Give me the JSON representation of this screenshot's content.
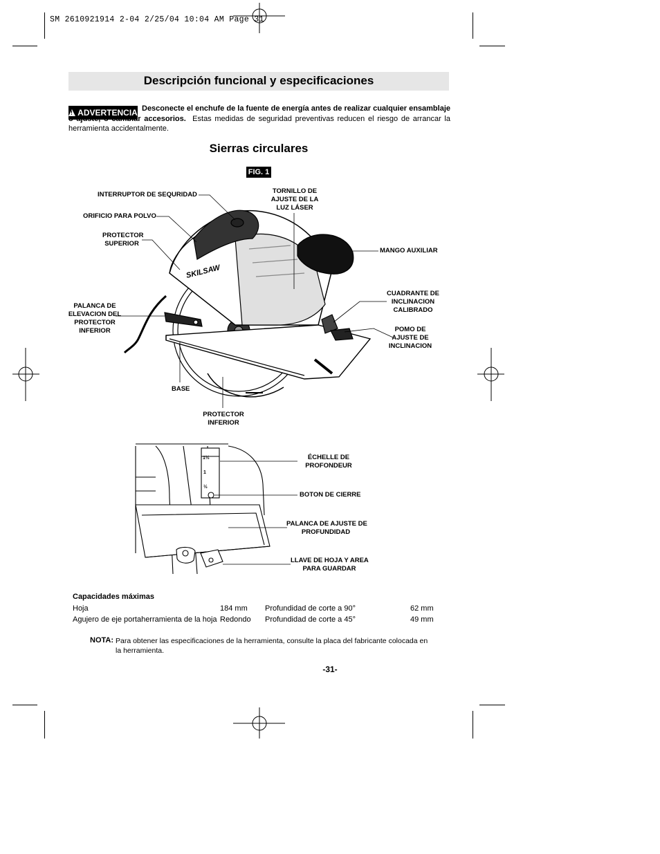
{
  "print_slug": "SM 2610921914 2-04  2/25/04  10:04 AM  Page 31",
  "page_title": "Descripción funcional y especificaciones",
  "warning": {
    "badge": "ADVERTENCIA",
    "bold_text": "Desconecte el enchufe de la fuente de energía antes de realizar cualquier ensamblaje o ajuste, o cambiar accesorios.",
    "normal_text": "Estas medidas de seguridad preventivas reducen el riesgo de arrancar la herramienta accidentalmente."
  },
  "section_title": "Sierras circulares",
  "figure_label": "FIG. 1",
  "saw_brand": "SKILSAW",
  "callouts_top": {
    "safety_switch": "INTERRUPTOR DE SEQURIDAD",
    "dust_port": "ORIFICIO PARA POLVO",
    "upper_guard_1": "PROTECTOR",
    "upper_guard_2": "SUPERIOR",
    "laser_screw_1": "TORNILLO DE",
    "laser_screw_2": "AJUSTE DE LA",
    "laser_screw_3": "LUZ LÁSER",
    "aux_handle": "MANGO AUXILIAR",
    "bevel_quadrant_1": "CUADRANTE DE",
    "bevel_quadrant_2": "INCLINACION",
    "bevel_quadrant_3": "CALIBRADO",
    "bevel_knob_1": "POMO DE",
    "bevel_knob_2": "AJUSTE DE",
    "bevel_knob_3": "INCLINACION",
    "lower_lever_1": "PALANCA DE",
    "lower_lever_2": "ELEVACION DEL",
    "lower_lever_3": "PROTECTOR",
    "lower_lever_4": "INFERIOR",
    "base": "BASE",
    "lower_guard_1": "PROTECTOR",
    "lower_guard_2": "INFERIOR"
  },
  "callouts_bottom": {
    "depth_scale_1": "ÉCHELLE DE",
    "depth_scale_2": "PROFONDEUR",
    "lock_button": "BOTON DE CIERRE",
    "depth_lever_1": "PALANCA DE AJUSTE DE",
    "depth_lever_2": "PROFUNDIDAD",
    "wrench_1": "LLAVE DE HOJA Y AREA",
    "wrench_2": "PARA GUARDAR"
  },
  "scale_marks": [
    "1½",
    "1",
    "½"
  ],
  "specs": {
    "heading": "Capacidades máximas",
    "rows": [
      {
        "label": "Hoja",
        "value": "184 mm",
        "label2": "Profundidad de corte a 90°",
        "value2": "62 mm"
      },
      {
        "label": "Agujero de eje portaherramienta de la hoja",
        "value": "Redondo",
        "label2": "Profundidad de corte a 45°",
        "value2": "49 mm"
      }
    ]
  },
  "note": {
    "label": "NOTA:",
    "text": "Para obtener las especificaciones de la herramienta, consulte la placa del fabricante colocada en la herramienta."
  },
  "page_number": "-31-"
}
